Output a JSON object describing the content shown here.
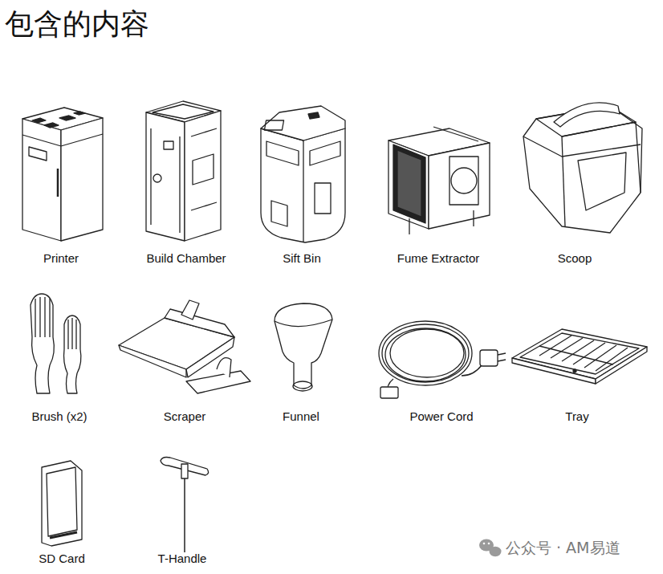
{
  "diagram": {
    "title": "包含的内容",
    "labels": [
      "Printer",
      "Build Chamber",
      "Sift Bin",
      "Fume Extractor",
      "Scoop",
      "Brush (x2)",
      "Scraper",
      "Funnel",
      "Power Cord",
      "Tray",
      "SD Card",
      "T-Handle",
      "公众号 · AM易道"
    ]
  }
}
